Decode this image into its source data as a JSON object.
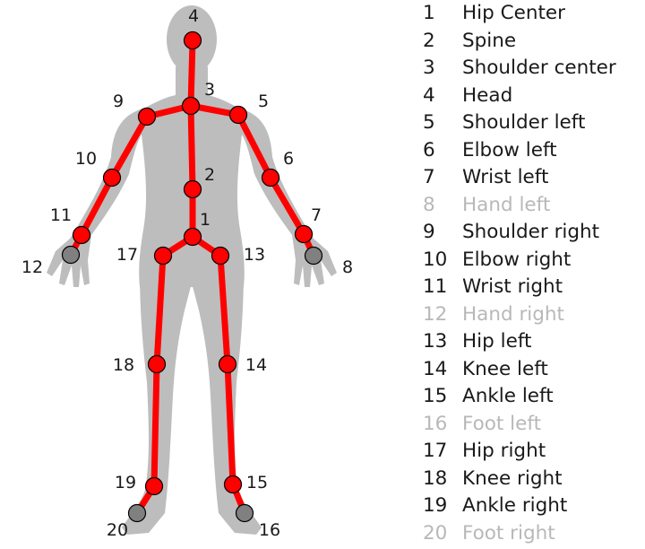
{
  "colors": {
    "body": "#bdbdbd",
    "bone": "#ff0000",
    "joint": "#ff0000",
    "joint_untracked": "#808080",
    "outline": "#000000",
    "dim_text": "#b8b8b8"
  },
  "joints": [
    {
      "id": "1",
      "label": "Hip Center",
      "tracked": true
    },
    {
      "id": "2",
      "label": "Spine",
      "tracked": true
    },
    {
      "id": "3",
      "label": "Shoulder center",
      "tracked": true
    },
    {
      "id": "4",
      "label": "Head",
      "tracked": true
    },
    {
      "id": "5",
      "label": "Shoulder left",
      "tracked": true
    },
    {
      "id": "6",
      "label": "Elbow left",
      "tracked": true
    },
    {
      "id": "7",
      "label": "Wrist left",
      "tracked": true
    },
    {
      "id": "8",
      "label": "Hand left",
      "tracked": false
    },
    {
      "id": "9",
      "label": "Shoulder right",
      "tracked": true
    },
    {
      "id": "10",
      "label": "Elbow right",
      "tracked": true
    },
    {
      "id": "11",
      "label": "Wrist right",
      "tracked": true
    },
    {
      "id": "12",
      "label": "Hand right",
      "tracked": false
    },
    {
      "id": "13",
      "label": "Hip left",
      "tracked": true
    },
    {
      "id": "14",
      "label": "Knee left",
      "tracked": true
    },
    {
      "id": "15",
      "label": "Ankle left",
      "tracked": true
    },
    {
      "id": "16",
      "label": "Foot left",
      "tracked": false
    },
    {
      "id": "17",
      "label": "Hip right",
      "tracked": true
    },
    {
      "id": "18",
      "label": "Knee right",
      "tracked": true
    },
    {
      "id": "19",
      "label": "Ankle right",
      "tracked": true
    },
    {
      "id": "20",
      "label": "Foot right",
      "tracked": false
    }
  ],
  "bones": [
    [
      "4",
      "3"
    ],
    [
      "3",
      "2"
    ],
    [
      "2",
      "1"
    ],
    [
      "3",
      "5"
    ],
    [
      "5",
      "6"
    ],
    [
      "6",
      "7"
    ],
    [
      "7",
      "8"
    ],
    [
      "3",
      "9"
    ],
    [
      "9",
      "10"
    ],
    [
      "10",
      "11"
    ],
    [
      "11",
      "12"
    ],
    [
      "1",
      "13"
    ],
    [
      "13",
      "14"
    ],
    [
      "14",
      "15"
    ],
    [
      "15",
      "16"
    ],
    [
      "1",
      "17"
    ],
    [
      "17",
      "18"
    ],
    [
      "18",
      "19"
    ],
    [
      "19",
      "20"
    ]
  ]
}
